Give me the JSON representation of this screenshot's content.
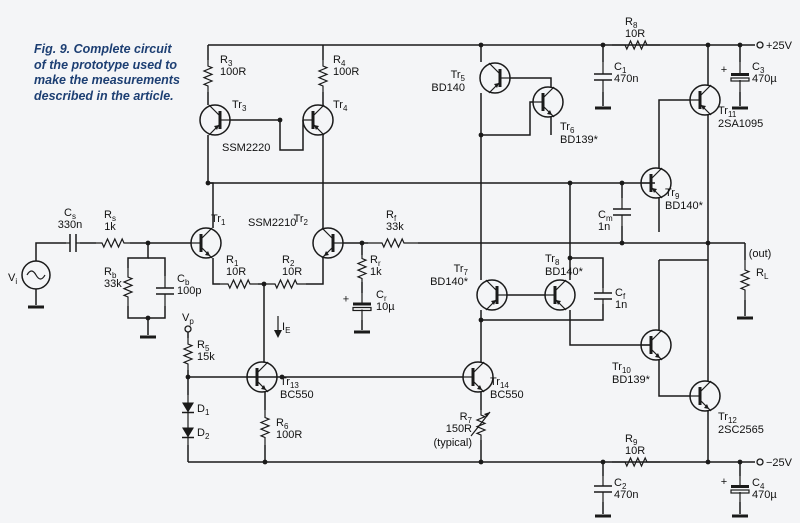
{
  "caption": "Fig. 9. Complete circuit of the prototype used to make the measurements described in the article.",
  "rails": {
    "positive": "+25V",
    "negative": "−25V",
    "output": "(out)"
  },
  "ic_labels": {
    "upper_pair": "SSM2220",
    "lower_pair": "SSM2210"
  },
  "current_label": {
    "main": "I",
    "sub": "E"
  },
  "source_label": {
    "main": "V",
    "sub": "i"
  },
  "vp_label": {
    "main": "V",
    "sub": "p"
  },
  "transistors": [
    {
      "id": "tr1",
      "name": "Tr",
      "sub": "1",
      "part": ""
    },
    {
      "id": "tr2",
      "name": "Tr",
      "sub": "2",
      "part": ""
    },
    {
      "id": "tr3",
      "name": "Tr",
      "sub": "3",
      "part": ""
    },
    {
      "id": "tr4",
      "name": "Tr",
      "sub": "4",
      "part": ""
    },
    {
      "id": "tr5",
      "name": "Tr",
      "sub": "5",
      "part": "BD140"
    },
    {
      "id": "tr6",
      "name": "Tr",
      "sub": "6",
      "part": "BD139*"
    },
    {
      "id": "tr7",
      "name": "Tr",
      "sub": "7",
      "part": "BD140*"
    },
    {
      "id": "tr8",
      "name": "Tr",
      "sub": "8",
      "part": "BD140*"
    },
    {
      "id": "tr9",
      "name": "Tr",
      "sub": "9",
      "part": "BD140*"
    },
    {
      "id": "tr10",
      "name": "Tr",
      "sub": "10",
      "part": "BD139*"
    },
    {
      "id": "tr11",
      "name": "Tr",
      "sub": "11",
      "part": "2SA1095"
    },
    {
      "id": "tr12",
      "name": "Tr",
      "sub": "12",
      "part": "2SC2565"
    },
    {
      "id": "tr13",
      "name": "Tr",
      "sub": "13",
      "part": "BC550"
    },
    {
      "id": "tr14",
      "name": "Tr",
      "sub": "14",
      "part": "BC550"
    }
  ],
  "resistors": [
    {
      "id": "r3",
      "name": "R",
      "sub": "3",
      "value": "100R"
    },
    {
      "id": "r4",
      "name": "R",
      "sub": "4",
      "value": "100R"
    },
    {
      "id": "rs",
      "name": "R",
      "sub": "s",
      "value": "1k"
    },
    {
      "id": "rb",
      "name": "R",
      "sub": "b",
      "value": "33k"
    },
    {
      "id": "r1",
      "name": "R",
      "sub": "1",
      "value": "10R"
    },
    {
      "id": "r2",
      "name": "R",
      "sub": "2",
      "value": "10R"
    },
    {
      "id": "rf",
      "name": "R",
      "sub": "f",
      "value": "33k"
    },
    {
      "id": "rr",
      "name": "R",
      "sub": "r",
      "value": "1k"
    },
    {
      "id": "r5",
      "name": "R",
      "sub": "5",
      "value": "15k"
    },
    {
      "id": "r6",
      "name": "R",
      "sub": "6",
      "value": "100R"
    },
    {
      "id": "r7",
      "name": "R",
      "sub": "7",
      "value": "150R",
      "note": "(typical)"
    },
    {
      "id": "r8",
      "name": "R",
      "sub": "8",
      "value": "10R"
    },
    {
      "id": "r9",
      "name": "R",
      "sub": "9",
      "value": "10R"
    },
    {
      "id": "rl",
      "name": "R",
      "sub": "L",
      "value": ""
    }
  ],
  "capacitors": [
    {
      "id": "cs",
      "name": "C",
      "sub": "s",
      "value": "330n"
    },
    {
      "id": "cb",
      "name": "C",
      "sub": "b",
      "value": "100p"
    },
    {
      "id": "cr",
      "name": "C",
      "sub": "r",
      "value": "10µ"
    },
    {
      "id": "c1",
      "name": "C",
      "sub": "1",
      "value": "470n"
    },
    {
      "id": "c2",
      "name": "C",
      "sub": "2",
      "value": "470n"
    },
    {
      "id": "c3",
      "name": "C",
      "sub": "3",
      "value": "470µ"
    },
    {
      "id": "c4",
      "name": "C",
      "sub": "4",
      "value": "470µ"
    },
    {
      "id": "cm",
      "name": "C",
      "sub": "m",
      "value": "1n"
    },
    {
      "id": "cf",
      "name": "C",
      "sub": "f",
      "value": "1n"
    }
  ],
  "diodes": [
    {
      "id": "d1",
      "name": "D",
      "sub": "1"
    },
    {
      "id": "d2",
      "name": "D",
      "sub": "2"
    }
  ],
  "colors": {
    "caption": "#1d3f73",
    "ink": "#1a1a1a",
    "background": "#f4f5f7"
  }
}
